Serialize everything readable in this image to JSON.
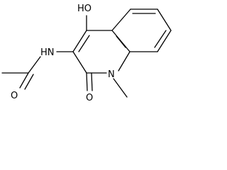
{
  "diagram_type": "chemical-structure",
  "labels": {
    "hydroxyl": "HO",
    "amide_nh": "HN",
    "acetyl_oxygen": "O",
    "ring_carbonyl_oxygen": "O",
    "ring_nitrogen": "N"
  },
  "colors": {
    "bond": "#000000",
    "text": "#000000",
    "background": "#ffffff"
  }
}
